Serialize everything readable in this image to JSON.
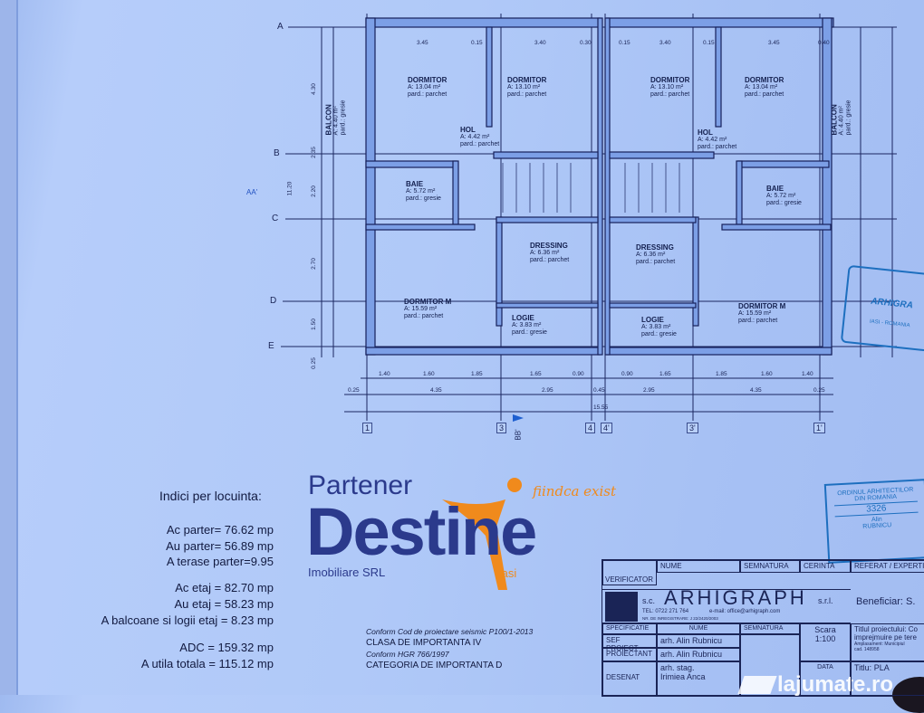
{
  "axes_rows": [
    "A",
    "B",
    "C",
    "D",
    "E"
  ],
  "section_marks": {
    "aa": "AA'",
    "bb": "BB'"
  },
  "axes_cols": [
    "1",
    "3",
    "4",
    "4'",
    "3'",
    "1'"
  ],
  "rooms": [
    {
      "name": "DORMITOR",
      "area": "A: 13.04 m²",
      "floor": "pard.: parchet"
    },
    {
      "name": "DORMITOR",
      "area": "A: 13.10 m²",
      "floor": "pard.: parchet"
    },
    {
      "name": "HOL",
      "area": "A: 4.42 m²",
      "floor": "pard.: parchet"
    },
    {
      "name": "BAIE",
      "area": "A: 5.72 m²",
      "floor": "pard.: gresie"
    },
    {
      "name": "DRESSING",
      "area": "A: 6.36 m²",
      "floor": "pard.: parchet"
    },
    {
      "name": "DORMITOR M",
      "area": "A: 15.59 m²",
      "floor": "pard.: parchet"
    },
    {
      "name": "LOGIE",
      "area": "A: 3.83 m²",
      "floor": "pard.: gresie"
    },
    {
      "name": "BALCON",
      "area": "A: 4.40 m²",
      "floor": "pard.: gresie"
    },
    {
      "name": "DORMITOR",
      "area": "A: 13.10 m²",
      "floor": "pard.: parchet"
    },
    {
      "name": "DORMITOR",
      "area": "A: 13.04 m²",
      "floor": "pard.: parchet"
    },
    {
      "name": "HOL",
      "area": "A: 4.42 m²",
      "floor": "pard.: parchet"
    },
    {
      "name": "BAIE",
      "area": "A: 5.72 m²",
      "floor": "pard.: gresie"
    },
    {
      "name": "DRESSING",
      "area": "A: 6.36 m²",
      "floor": "pard.: parchet"
    },
    {
      "name": "DORMITOR M",
      "area": "A: 15.59 m²",
      "floor": "pard.: parchet"
    },
    {
      "name": "LOGIE",
      "area": "A: 3.83 m²",
      "floor": "pard.: gresie"
    },
    {
      "name": "BALCON",
      "area": "A: 4.40 m²",
      "floor": "pard.: gresie"
    }
  ],
  "dims_top": [
    "3.45",
    "0.15",
    "3.40",
    "0.30",
    "0.15",
    "3.40",
    "0.15",
    "3.45",
    "0.40"
  ],
  "dims_row1": [
    "1.40",
    "1.60",
    "1.85",
    "1.65",
    "0.90",
    "0.90",
    "1.65",
    "1.85",
    "1.60",
    "1.40"
  ],
  "dims_row2": [
    "0.25",
    "4.35",
    "2.95",
    "0.45",
    "2.95",
    "4.35",
    "0.25"
  ],
  "dims_total": "15.55",
  "dims_left": [
    "4.30",
    "2.35",
    "2.20",
    "2.70",
    "1.50",
    "0.25",
    "11.20"
  ],
  "indici": {
    "title": "Indici per locuinta:",
    "lines": [
      "Ac parter= 76.62 mp",
      "Au parter= 56.89 mp",
      "A terase  parter=9.95",
      "Ac etaj = 82.70 mp",
      "Au etaj = 58.23 mp",
      "A balcoane si logii etaj = 8.23 mp",
      "ADC = 159.32 mp",
      "A utila totala = 115.12 mp"
    ]
  },
  "classification": [
    "Conform Cod de proiectare seismic P100/1-2013",
    "CLASA DE IMPORTANTA IV",
    "Conform HGR 766/1997",
    "CATEGORIA DE IMPORTANTA D"
  ],
  "logo": {
    "top": "Partener",
    "main": "Destine",
    "sub": "Imobiliare SRL",
    "city": "Iasi",
    "slogan": "fiindca exist",
    "colors": {
      "blue": "#2b3a8c",
      "orange": "#f08a1c"
    }
  },
  "title_block": {
    "h_nume": "NUME",
    "h_semnatura": "SEMNATURA",
    "h_cerinta": "CERINTA",
    "h_referat": "REFERAT / EXPERTIZ",
    "verificator": "VERIFICATOR",
    "company_prefix": "s.c.",
    "company": "ARHIGRAPH",
    "company_suffix": "s.r.l.",
    "tel": "TEL: 0722 271 764",
    "email": "e-mail: office@arhigraph.com",
    "reg": "NR. DE INREGISTRARE: J 22/2420/2003",
    "beneficiar": "Beneficiar: S.",
    "h_spec": "SPECIFICATIE",
    "h_nume2": "NUME",
    "h_semn2": "SEMNATURA",
    "sef": "SEF PROIECT",
    "sef_name": "arh. Alin Rubnicu",
    "proiectant": "PROIECTANT",
    "proiectant_name": "arh. Alin Rubnicu",
    "desenat": "DESENAT",
    "desenat_name1": "arh. stag.",
    "desenat_name2": "Irimiea Anca",
    "scara_label": "Scara",
    "scara": "1:100",
    "data_label": "DATA",
    "titlu_proiect": "Titlul proiectului: Co",
    "titlu_line2": "imprejmuire pe tere",
    "amplasament": "Amplasament: Municipiul",
    "cad": "cad. 148958",
    "titlu_plansa": "Titlu:",
    "plansa": "PLA"
  },
  "stamp_oar": {
    "line1": "ORDINUL ARHITECTILOR",
    "line2": "DIN ROMANIA",
    "number": "3326",
    "name1": "Alin",
    "name2": "RUBNICU"
  },
  "stamp_round": {
    "text": "ARHIGRA",
    "sub": "IASI - ROMANIA"
  },
  "watermark": "lajumate.ro"
}
